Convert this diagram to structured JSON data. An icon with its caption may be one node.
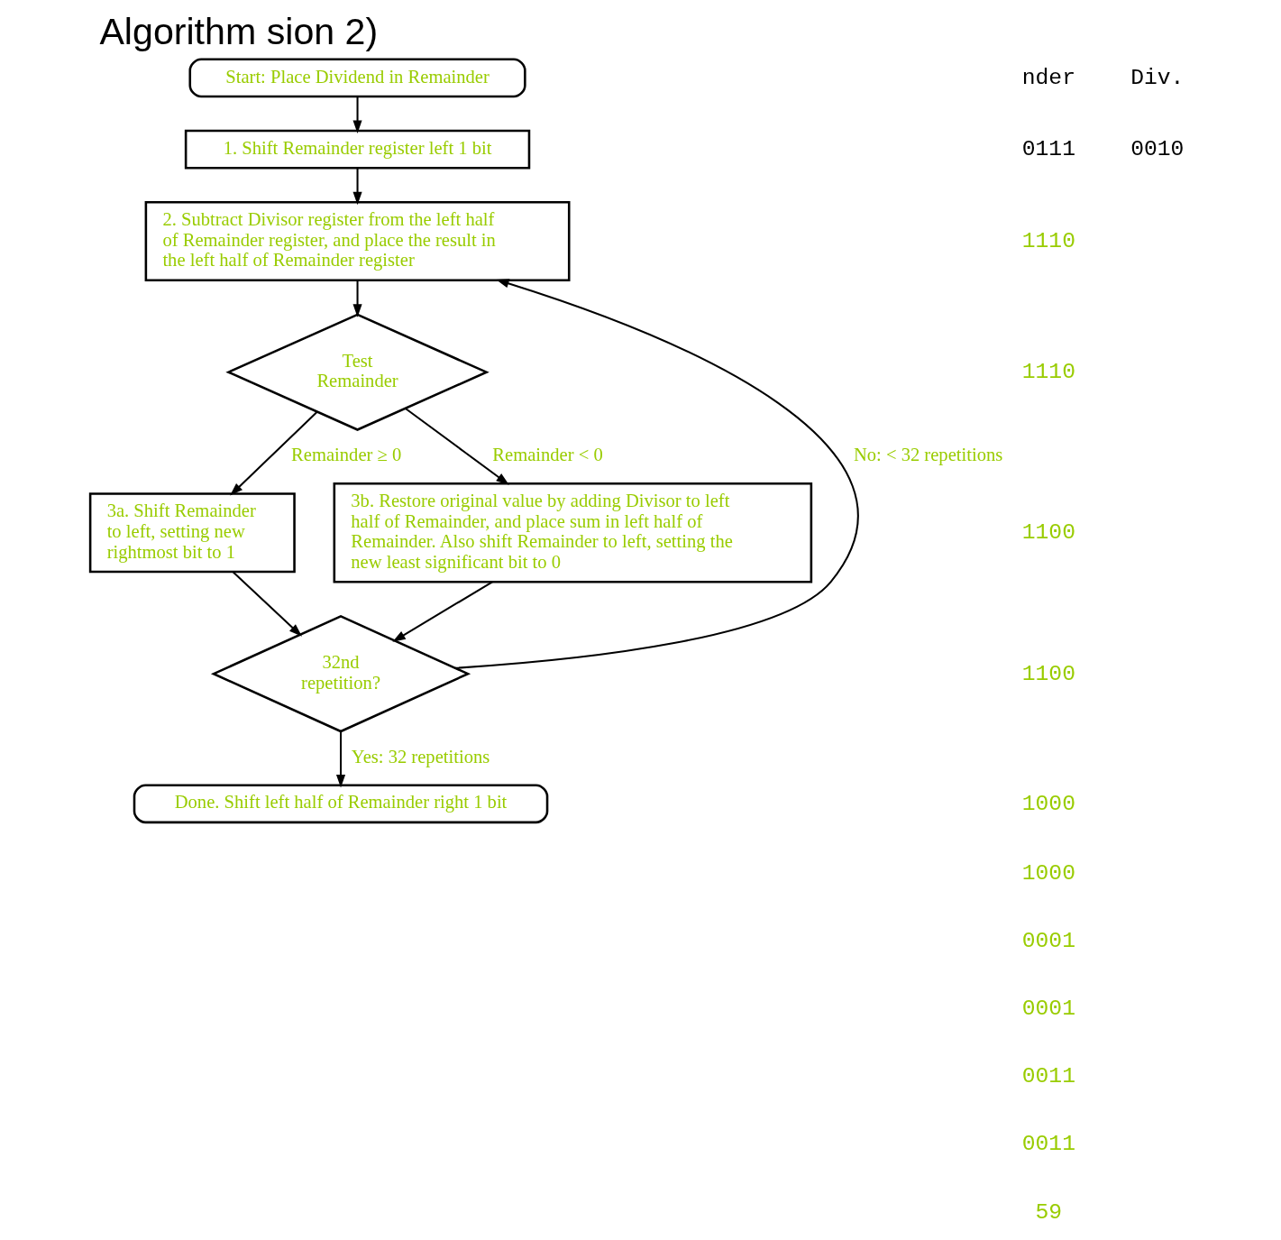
{
  "diagram": {
    "title": "Algorithm sion 2)",
    "nodes": [
      {
        "text": [
          "Start: Place Dividend in Remainder"
        ]
      },
      {
        "text": [
          "1. Shift Remainder register left 1 bit"
        ]
      },
      {
        "text": [
          "2. Subtract Divisor register from the left half of Remainder register, and place the result in the left half of Remainder register"
        ]
      },
      {
        "text": [
          "Test Remainder"
        ]
      },
      {
        "text": [
          "3a. Shift Remainder to left, setting new rightmost bit to 1"
        ]
      },
      {
        "text": [
          "3b. Restore original value by adding Divisor to left half of Remainder, and place sum in left half of Remainder. Also shift Remainder to left, setting the new least significant bit to 0"
        ]
      },
      {
        "text": [
          "32nd repetition?"
        ]
      },
      {
        "text": [
          "Done. Shift left half of Remainder right 1 bit"
        ]
      }
    ],
    "edges": [
      {
        "from": 0,
        "to": 1,
        "arrow": "to"
      },
      {
        "from": 1,
        "to": 2,
        "arrow": "to"
      },
      {
        "from": 2,
        "to": 3,
        "arrow": "to"
      },
      {
        "from": 3,
        "to": 4,
        "arrow": "to",
        "label": "Remainder ≥ 0"
      },
      {
        "from": 3,
        "to": 5,
        "arrow": "to",
        "label": "Remainder < 0"
      },
      {
        "from": 4,
        "to": 6,
        "arrow": "to"
      },
      {
        "from": 5,
        "to": 6,
        "arrow": "to"
      },
      {
        "from": 6,
        "to": 2,
        "arrow": "to",
        "label": "No: < 32 repetitions"
      },
      {
        "from": 6,
        "to": 7,
        "arrow": "to",
        "label": "Yes: 32 repetitions"
      }
    ],
    "labels": [
      "nder",
      "Div.",
      "0111",
      "0010",
      "1110",
      "1110",
      "1100",
      "1100",
      "1000",
      "1000",
      "0001",
      "0001",
      "0011",
      "0011",
      "59"
    ]
  }
}
